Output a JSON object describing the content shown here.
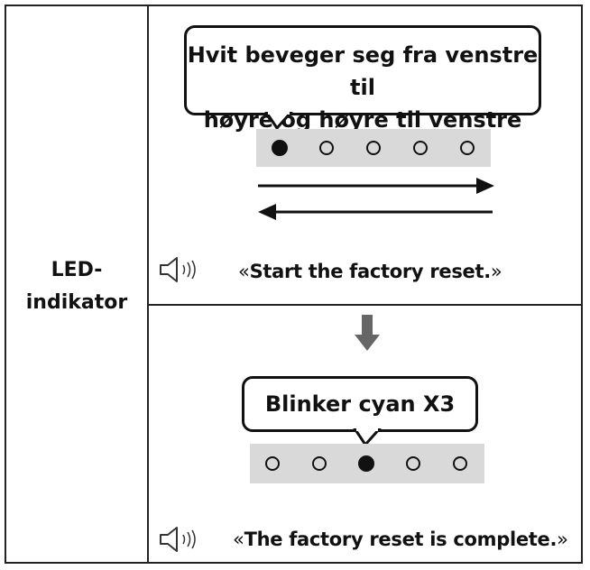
{
  "row_label": "LED-indikator",
  "row_label_lines": [
    "LED-",
    "indikator"
  ],
  "step1": {
    "bubble_lines": [
      "Hvit beveger seg fra venstre til",
      "høyre og høyre til venstre"
    ],
    "leds": [
      true,
      false,
      false,
      false,
      false
    ],
    "voice_open": "«",
    "voice_text": "Start the factory reset.",
    "voice_close": "»"
  },
  "step2": {
    "bubble_text": "Blinker cyan X3",
    "leds": [
      false,
      false,
      true,
      false,
      false
    ],
    "voice_open": "«",
    "voice_text": "The factory reset is complete.",
    "voice_close": "»"
  },
  "colors": {
    "border": "#222222",
    "led_bar": "#d9d9d9",
    "arrow": "#666666"
  },
  "icons": {
    "speaker": "speaker-sound-icon",
    "next": "arrow-down-icon"
  }
}
